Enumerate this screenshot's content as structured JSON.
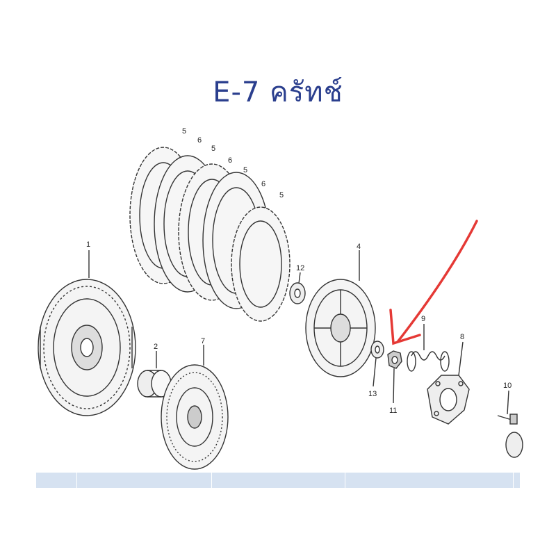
{
  "title": "E-7 ครัทช์",
  "accent_color": "#e53935",
  "title_color": "#2b3f8e",
  "parts": {
    "p1": "1",
    "p2": "2",
    "p4": "4",
    "p5": "5",
    "p6": "6",
    "p7": "7",
    "p8": "8",
    "p9": "9",
    "p10": "10",
    "p11": "11",
    "p12": "12",
    "p13": "13"
  },
  "pointer": {
    "target_part": "11",
    "icon": "red-arrow-icon"
  }
}
